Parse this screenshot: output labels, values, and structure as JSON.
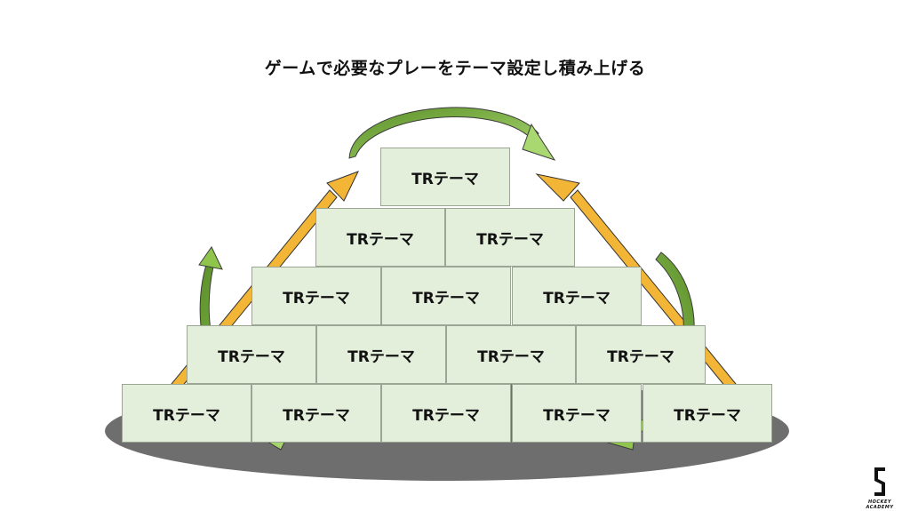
{
  "title": "ゲームで必要なプレーをテーマ設定し積み上げる",
  "pyramid": {
    "rows": [
      [
        "TRテーマ"
      ],
      [
        "TRテーマ",
        "TRテーマ"
      ],
      [
        "TRテーマ",
        "TRテーマ",
        "TRテーマ"
      ],
      [
        "TRテーマ",
        "TRテーマ",
        "TRテーマ",
        "TRテーマ"
      ],
      [
        "TRテーマ",
        "TRテーマ",
        "TRテーマ",
        "TRテーマ",
        "TRテーマ"
      ]
    ]
  },
  "colors": {
    "brick_fill": "#e3eedb",
    "brick_border": "#9aa593",
    "orange_arrow": "#f2b535",
    "green_arrow": "#8fc54a",
    "shadow": "#6f6e6e"
  },
  "logo": {
    "text": "HOCKEY ACADEMY"
  }
}
